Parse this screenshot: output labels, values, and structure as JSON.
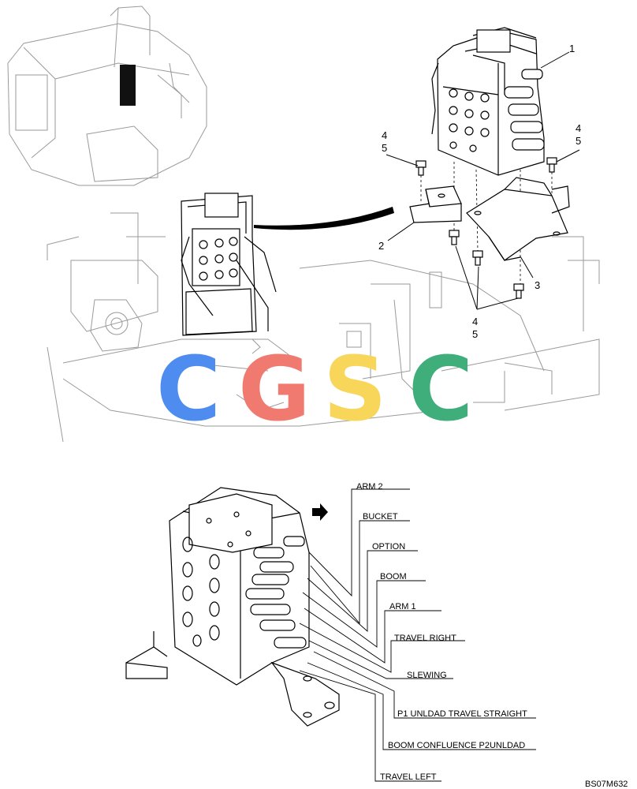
{
  "parts": {
    "p1": "1",
    "p2": "2",
    "p3": "3",
    "p4a": "4",
    "p5a": "5",
    "p4b": "4",
    "p5b": "5",
    "p4c": "4",
    "p5c": "5"
  },
  "watermark": {
    "letters": [
      "C",
      "G",
      "S",
      "C"
    ],
    "colors": [
      "#4f8cf0",
      "#f07a70",
      "#f7d65a",
      "#3fae7a"
    ]
  },
  "functions": [
    "ARM 2",
    "BUCKET",
    "OPTION",
    "BOOM",
    "ARM 1",
    "TRAVEL RIGHT",
    "SLEWING",
    "P1 UNLDAD TRAVEL STRAIGHT",
    "BOOM CONFLUENCE P2UNLDAD",
    "TRAVEL LEFT"
  ],
  "drawing_code": "BS07M632"
}
